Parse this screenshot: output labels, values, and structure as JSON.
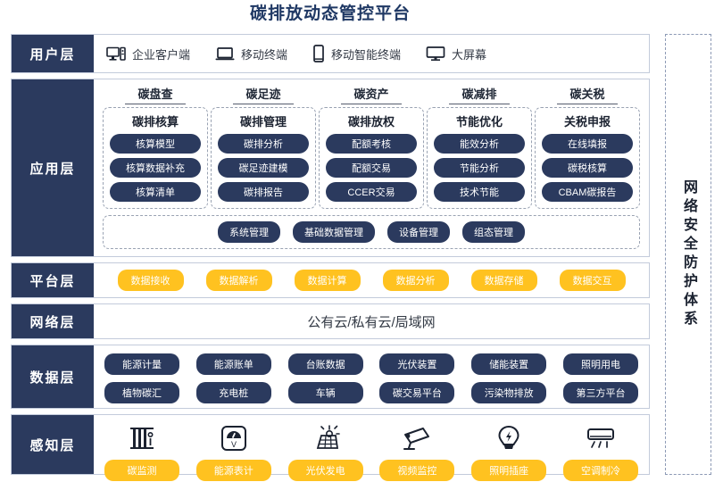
{
  "title": "碳排放动态管控平台",
  "security_band": {
    "label": "网络安全防护体系"
  },
  "layers": {
    "user": {
      "label": "用户层",
      "items": [
        {
          "icon": "desktop-tower-icon",
          "label": "企业客户端"
        },
        {
          "icon": "laptop-icon",
          "label": "移动终端"
        },
        {
          "icon": "smartphone-icon",
          "label": "移动智能终端"
        },
        {
          "icon": "monitor-icon",
          "label": "大屏幕"
        }
      ]
    },
    "application": {
      "label": "应用层",
      "columns": [
        {
          "head": "碳盘查",
          "box_title": "碳排核算",
          "pills": [
            "核算模型",
            "核算数据补充",
            "核算清单"
          ]
        },
        {
          "head": "碳足迹",
          "box_title": "碳排管理",
          "pills": [
            "碳排分析",
            "碳足迹建模",
            "碳排报告"
          ]
        },
        {
          "head": "碳资产",
          "box_title": "碳排放权",
          "pills": [
            "配额考核",
            "配额交易",
            "CCER交易"
          ]
        },
        {
          "head": "碳减排",
          "box_title": "节能优化",
          "pills": [
            "能效分析",
            "节能分析",
            "技术节能"
          ]
        },
        {
          "head": "碳关税",
          "box_title": "关税申报",
          "pills": [
            "在线填报",
            "碳税核算",
            "CBAM碳报告"
          ]
        }
      ],
      "shared": [
        "系统管理",
        "基础数据管理",
        "设备管理",
        "组态管理"
      ]
    },
    "platform": {
      "label": "平台层",
      "tags": [
        "数据接收",
        "数据解析",
        "数据计算",
        "数据分析",
        "数据存储",
        "数据交互"
      ]
    },
    "network": {
      "label": "网络层",
      "text": "公有云/私有云/局域网"
    },
    "data": {
      "label": "数据层",
      "row1": [
        "能源计量",
        "能源账单",
        "台账数据",
        "光伏装置",
        "储能装置",
        "照明用电"
      ],
      "row2": [
        "植物碳汇",
        "充电桩",
        "车辆",
        "碳交易平台",
        "污染物排放",
        "第三方平台"
      ]
    },
    "sense": {
      "label": "感知层",
      "items": [
        {
          "icon": "carbon-monitor-icon",
          "label": "碳监测"
        },
        {
          "icon": "energy-meter-icon",
          "label": "能源表计"
        },
        {
          "icon": "solar-panel-icon",
          "label": "光伏发电"
        },
        {
          "icon": "cctv-camera-icon",
          "label": "视频监控"
        },
        {
          "icon": "light-bulb-icon",
          "label": "照明插座"
        },
        {
          "icon": "air-conditioner-icon",
          "label": "空调制冷"
        }
      ]
    }
  },
  "colors": {
    "navy": "#2b3a5e",
    "yellow": "#ffc220",
    "title": "#1f3864",
    "border": "#c3cbdb"
  }
}
